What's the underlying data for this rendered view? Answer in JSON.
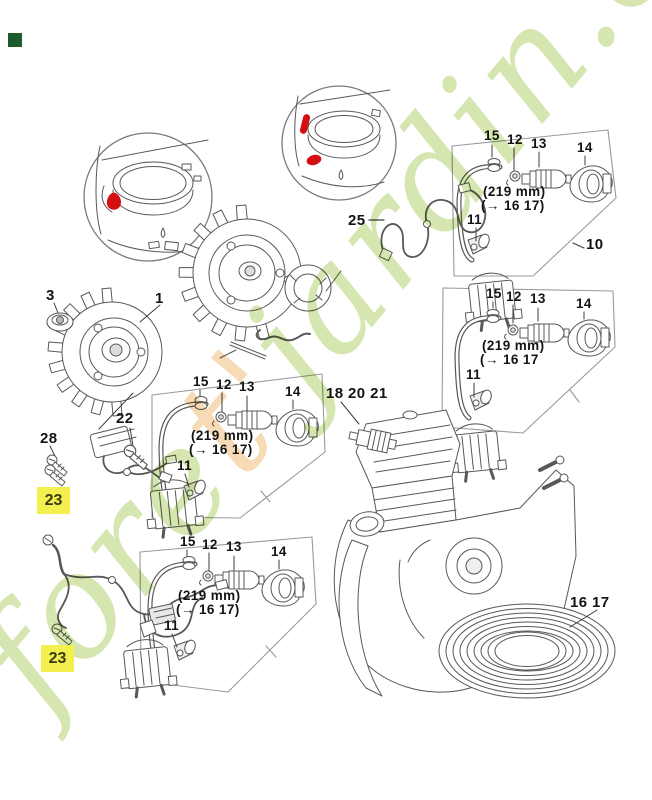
{
  "watermark": {
    "pre": "fore",
    "accent": "t'",
    "post": "jardin.com"
  },
  "markers": {
    "highlight_upper": "23",
    "highlight_lower": "23"
  },
  "callouts": {
    "nut": "3",
    "flywheel": "1",
    "screw_left": "28",
    "screw_mid": "22",
    "harness": "25",
    "module_box": "10",
    "spark_plug_group": "18 20 21",
    "ignition_lead_coil": "16 17"
  },
  "coil_groups": [
    {
      "n15": "15",
      "n12": "12",
      "n13": "13",
      "n14": "14",
      "length": "(219 mm)",
      "ref": "(→ 16 17)",
      "n11": "11"
    },
    {
      "n15": "15",
      "n12": "12",
      "n13": "13",
      "n14": "14",
      "length": "(219 mm)",
      "ref": "(→ 16 17",
      "n11": "11"
    },
    {
      "n15": "15",
      "n12": "12",
      "n13": "13",
      "n14": "14",
      "length": "(219 mm)",
      "ref": "(→ 16 17)",
      "n11": "11"
    },
    {
      "n15": "15",
      "n12": "12",
      "n13": "13",
      "n14": "14",
      "length": "(219 mm)",
      "ref": "(→ 16 17)",
      "n11": "11"
    }
  ],
  "colors": {
    "highlight": "#f2ef4e",
    "watermark_green": "#b3d16e",
    "watermark_orange": "#f0bc7a",
    "red_marker": "#d40f12",
    "corner_green": "#1c5b2c"
  }
}
